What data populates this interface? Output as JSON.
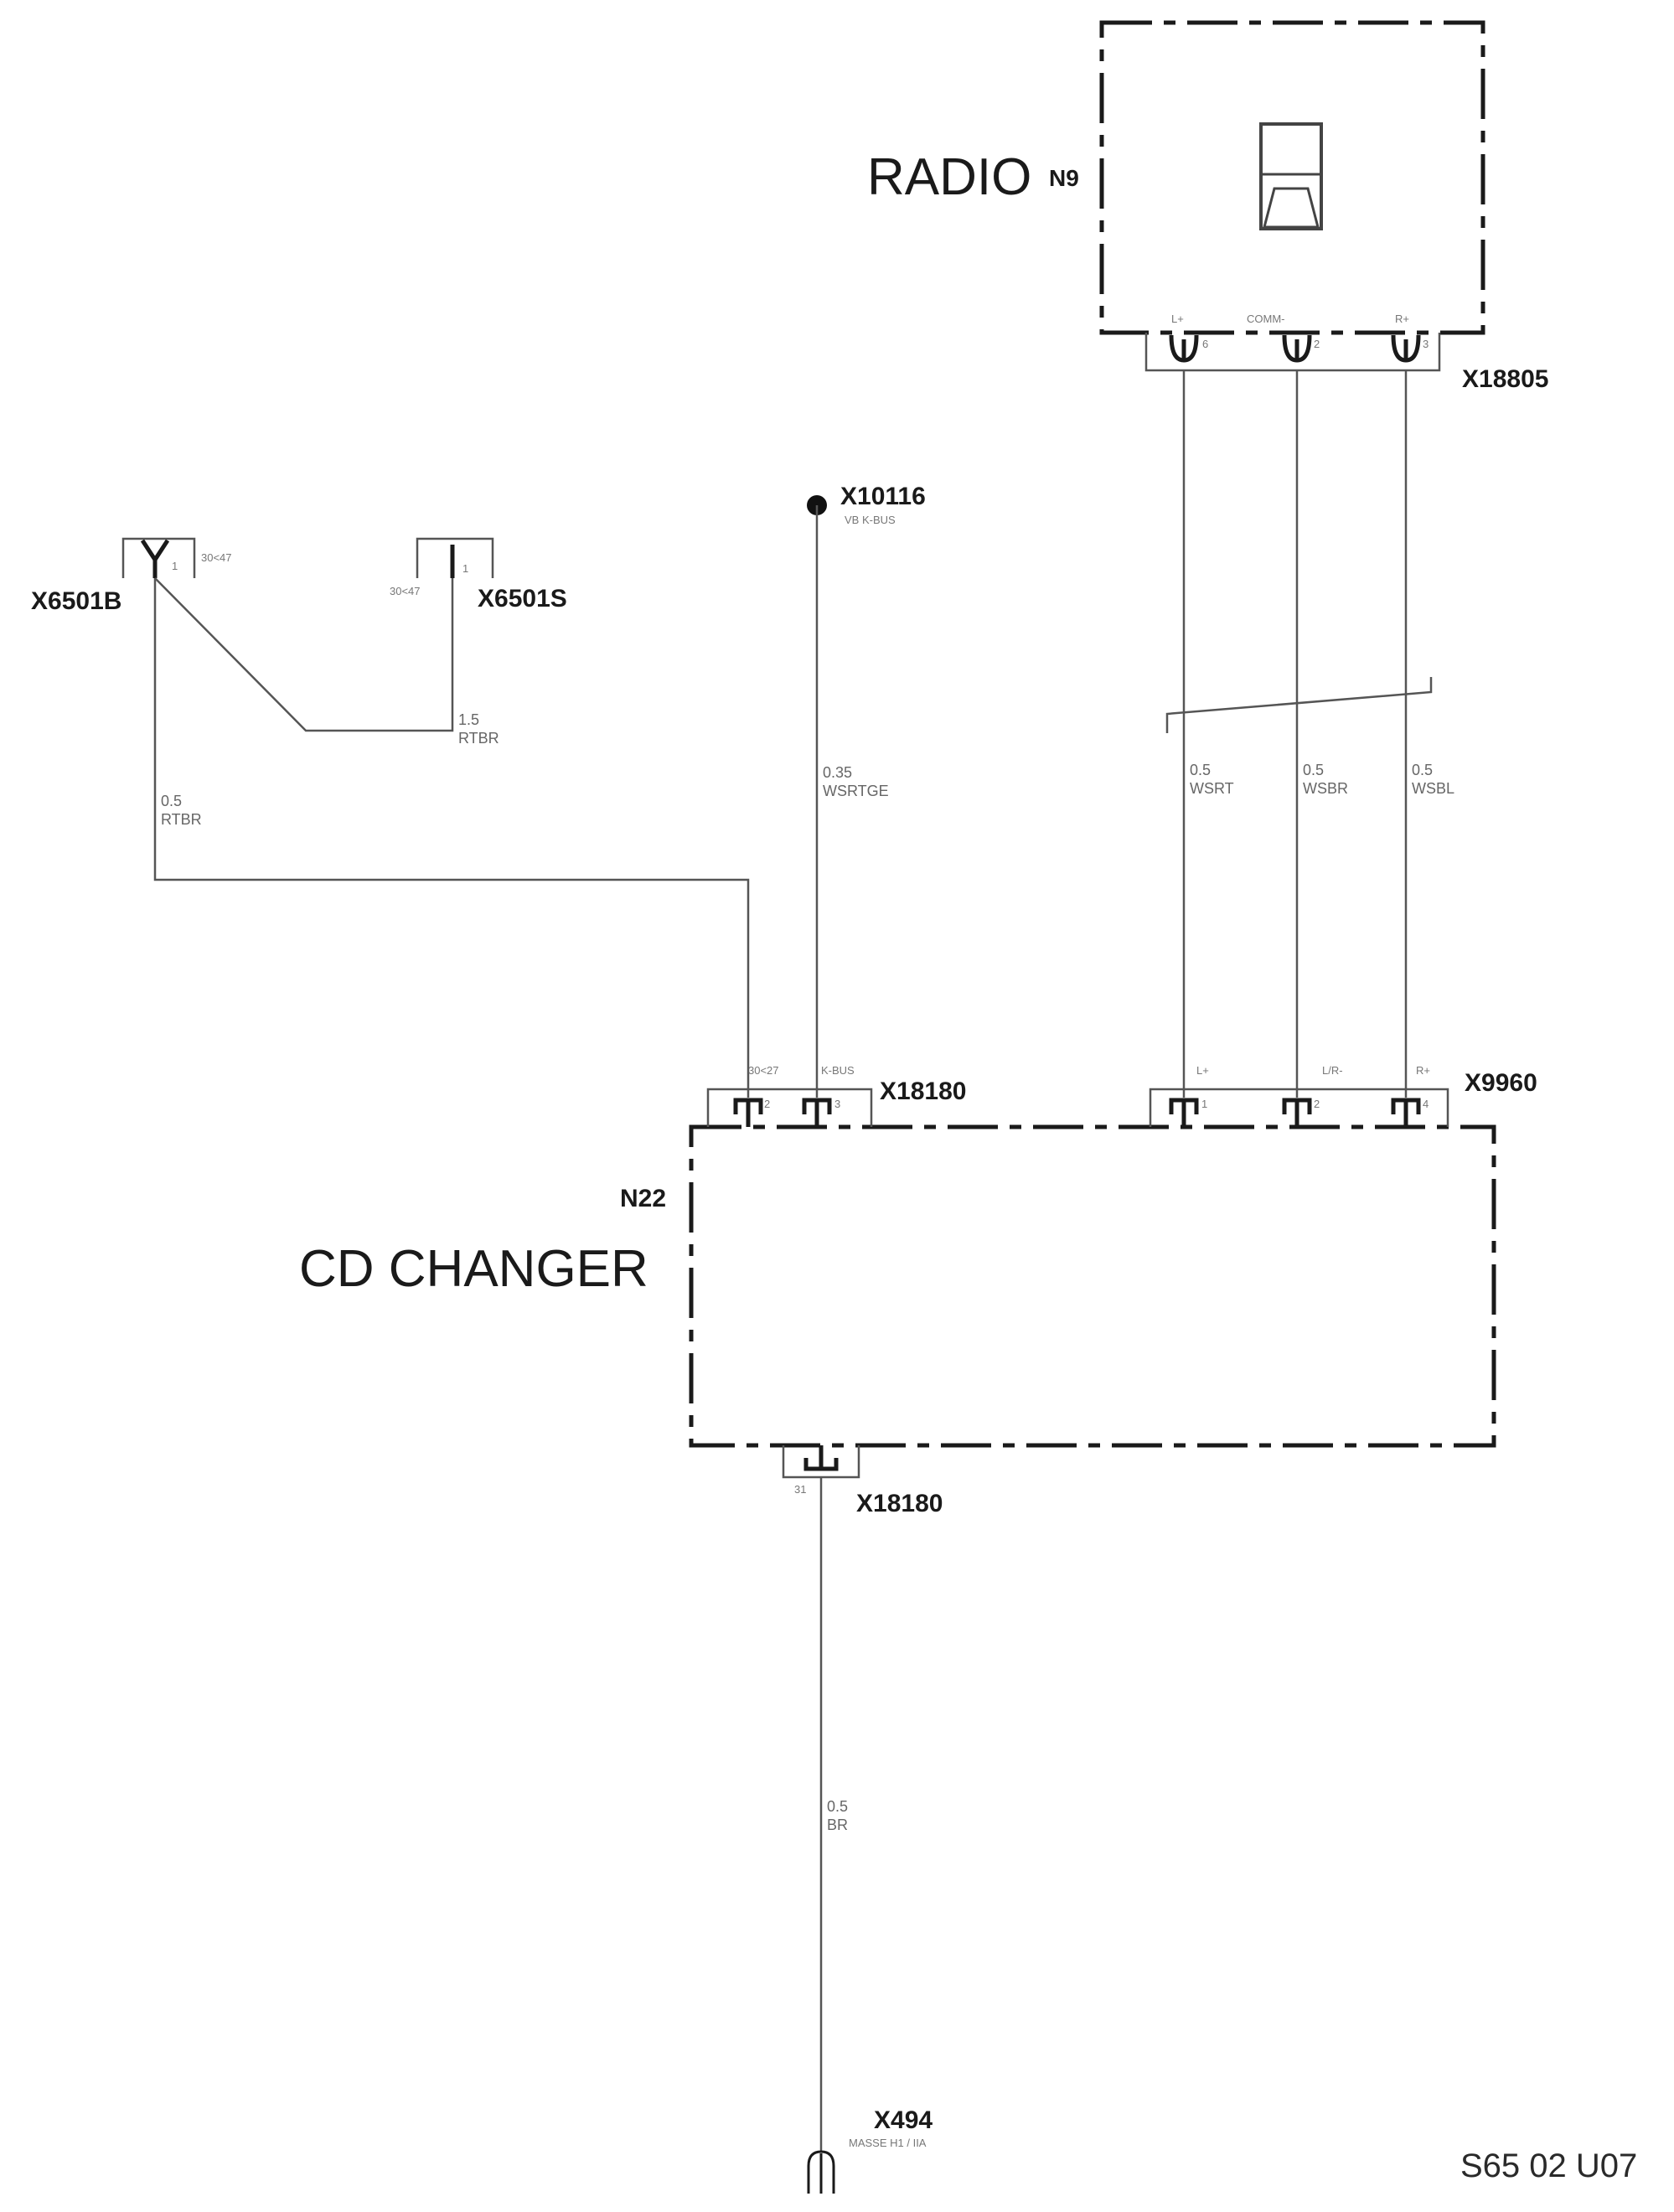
{
  "diagram_code": "S65 02 U07",
  "radio": {
    "title": "RADIO",
    "id": "N9",
    "connector": "X18805",
    "pins": [
      {
        "name": "L+",
        "num": "6"
      },
      {
        "name": "COMM-",
        "num": "2"
      },
      {
        "name": "R+",
        "num": "3"
      }
    ]
  },
  "cd_changer": {
    "title": "CD CHANGER",
    "id": "N22",
    "power_connector": "X18180",
    "power_pins": [
      {
        "name": "30<27",
        "num": "2"
      },
      {
        "name": "K-BUS",
        "num": "3"
      }
    ],
    "audio_connector": "X9960",
    "audio_pins": [
      {
        "name": "L+",
        "num": "1"
      },
      {
        "name": "L/R-",
        "num": "2"
      },
      {
        "name": "R+",
        "num": "4"
      }
    ],
    "ground_connector": "X18180",
    "ground_pin": "31"
  },
  "x6501b": {
    "id": "X6501B",
    "pin": "1",
    "signal": "30<47"
  },
  "x6501s": {
    "id": "X6501S",
    "pin": "1",
    "signal": "30<47"
  },
  "x10116": {
    "id": "X10116",
    "desc": "VB K-BUS"
  },
  "x494": {
    "id": "X494",
    "desc": "MASSE H1 / IIA"
  },
  "wires": {
    "w_rtbr_15": {
      "size": "1.5",
      "color": "RTBR"
    },
    "w_rtbr_05": {
      "size": "0.5",
      "color": "RTBR"
    },
    "w_kbus": {
      "size": "0.35",
      "color": "WSRTGE"
    },
    "w_l": {
      "size": "0.5",
      "color": "WSRT"
    },
    "w_comm": {
      "size": "0.5",
      "color": "WSBR"
    },
    "w_r": {
      "size": "0.5",
      "color": "WSBL"
    },
    "w_gnd": {
      "size": "0.5",
      "color": "BR"
    }
  }
}
